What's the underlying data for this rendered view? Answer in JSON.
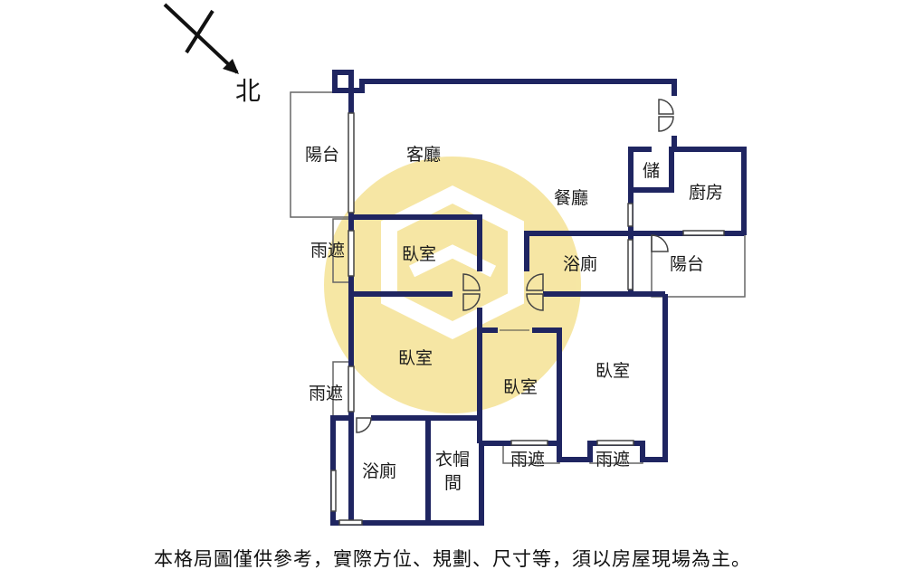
{
  "compass": {
    "north_label": "北"
  },
  "rooms": {
    "living_room": "客廳",
    "dining_room": "餐廳",
    "kitchen": "廚房",
    "storage": "儲",
    "balcony_top": "陽台",
    "balcony_kitchen": "陽台",
    "canopy_left_upper": "雨遮",
    "canopy_left_lower": "雨遮",
    "canopy_bottom_1": "雨遮",
    "canopy_bottom_2": "雨遮",
    "bedroom_1": "臥室",
    "bedroom_2": "臥室",
    "bedroom_3": "臥室",
    "bedroom_4": "臥室",
    "bath_1": "浴廁",
    "bath_2": "浴廁",
    "cloakroom_line1": "衣帽",
    "cloakroom_line2": "間"
  },
  "disclaimer": "本格局圖僅供參考，實際方位、規劃、尺寸等，須以房屋現場為主。",
  "colors": {
    "wall": "#1f2561",
    "watermark": "#e8c43a",
    "thin_line": "#555555"
  }
}
